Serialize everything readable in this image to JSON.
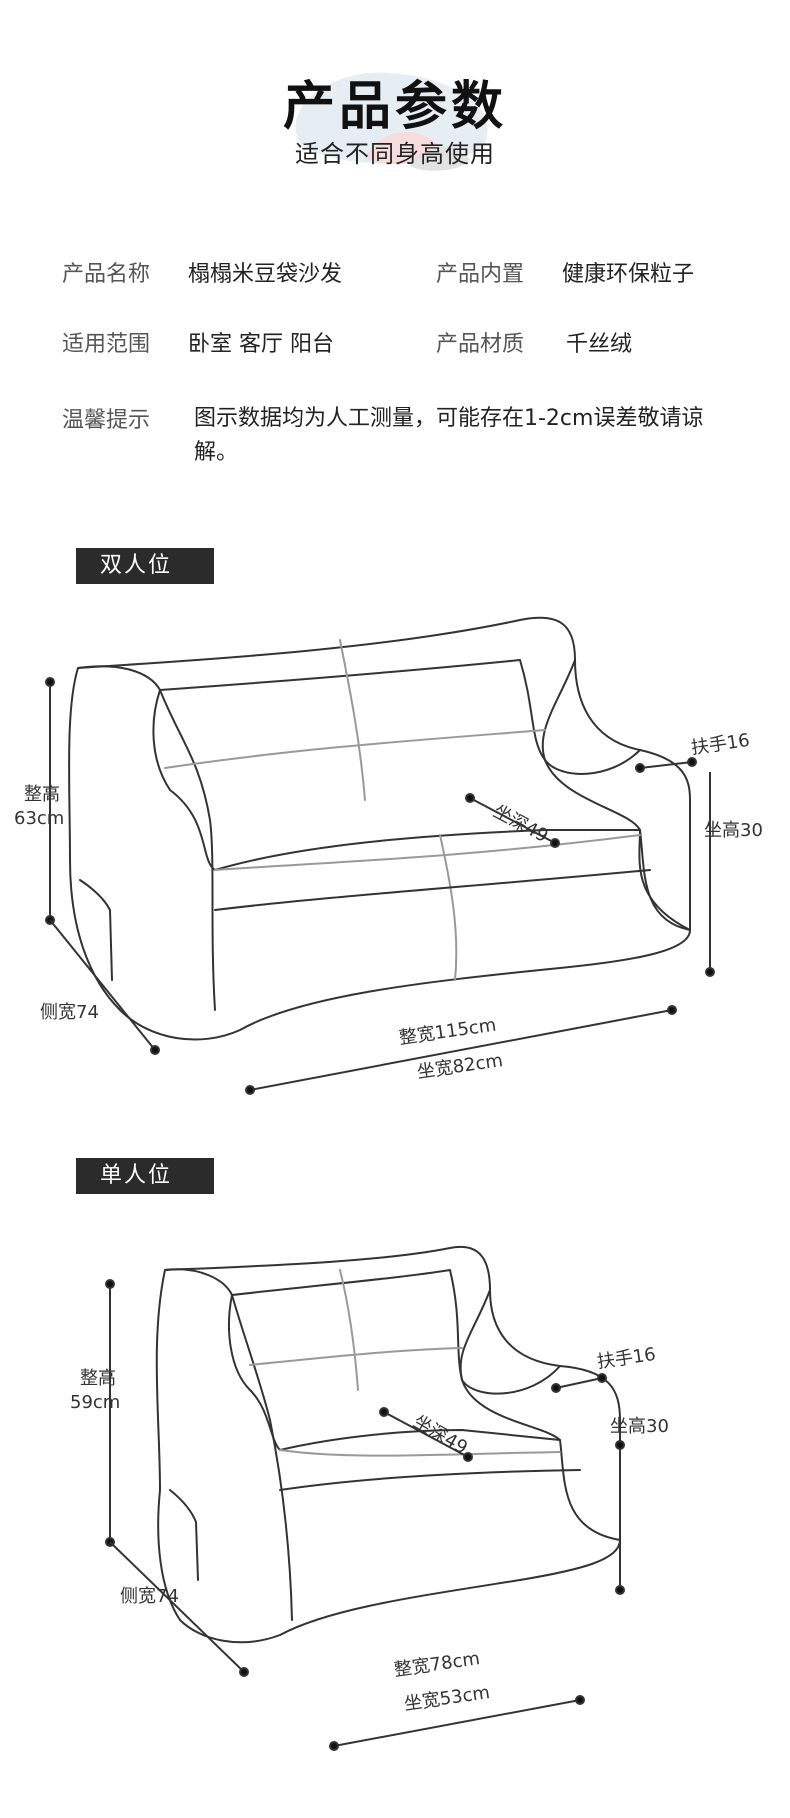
{
  "header": {
    "title": "产品参数",
    "subtitle": "适合不同身高使用"
  },
  "params": {
    "name_label": "产品名称",
    "name_value": "榻榻米豆袋沙发",
    "fill_label": "产品内置",
    "fill_value": "健康环保粒子",
    "scope_label": "适用范围",
    "scope_value": "卧室 客厅 阳台",
    "material_label": "产品材质",
    "material_value": "千丝绒",
    "tip_label": "温馨提示",
    "tip_text": "图示数据均为人工测量，可能存在1-2cm误差敬请谅解。"
  },
  "double": {
    "tag": "双人位",
    "height_label": "整高",
    "height_value": "63cm",
    "side_width": "侧宽74",
    "total_width": "整宽115cm",
    "seat_width": "坐宽82cm",
    "seat_depth": "坐深49",
    "armrest": "扶手16",
    "seat_height": "坐高30"
  },
  "single": {
    "tag": "单人位",
    "height_label": "整高",
    "height_value": "59cm",
    "side_width": "侧宽74",
    "total_width": "整宽78cm",
    "seat_width": "坐宽53cm",
    "seat_depth": "坐深49",
    "armrest": "扶手16",
    "seat_height": "坐高30"
  }
}
